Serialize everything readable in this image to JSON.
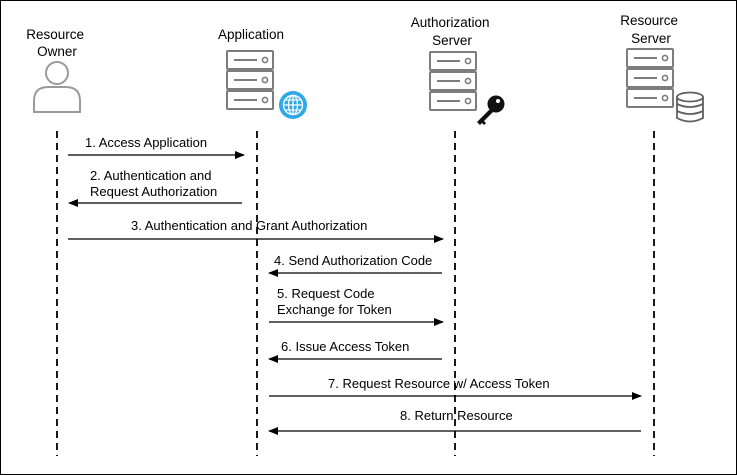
{
  "actors": {
    "resource_owner": {
      "line1": "Resource",
      "line2": "Owner"
    },
    "application": {
      "line1": "Application"
    },
    "authorization_server": {
      "line1": "Authorization",
      "line2": "Server"
    },
    "resource_server": {
      "line1": "Resource",
      "line2": "Server"
    }
  },
  "messages": [
    {
      "line1": "1. Access Application",
      "from": "resource_owner",
      "to": "application"
    },
    {
      "line1": "2. Authentication and",
      "line2": "Request Authorization",
      "from": "application",
      "to": "resource_owner"
    },
    {
      "line1": "3. Authentication and Grant Authorization",
      "from": "resource_owner",
      "to": "authorization_server"
    },
    {
      "line1": "4. Send Authorization Code",
      "from": "authorization_server",
      "to": "application"
    },
    {
      "line1": "5. Request Code",
      "line2": "Exchange for Token",
      "from": "application",
      "to": "authorization_server"
    },
    {
      "line1": "6. Issue Access Token",
      "from": "authorization_server",
      "to": "application"
    },
    {
      "line1": "7. Request Resource w/ Access Token",
      "from": "application",
      "to": "resource_server"
    },
    {
      "line1": "8. Return Resource",
      "from": "resource_server",
      "to": "application"
    }
  ],
  "icons": {
    "resource_owner": "person-icon",
    "application": "server-globe-icon",
    "authorization_server": "server-key-icon",
    "resource_server": "server-database-icon"
  },
  "colors": {
    "globe": "#2fa8e8",
    "line": "#000000",
    "icon_stroke": "#8a8a8a"
  }
}
